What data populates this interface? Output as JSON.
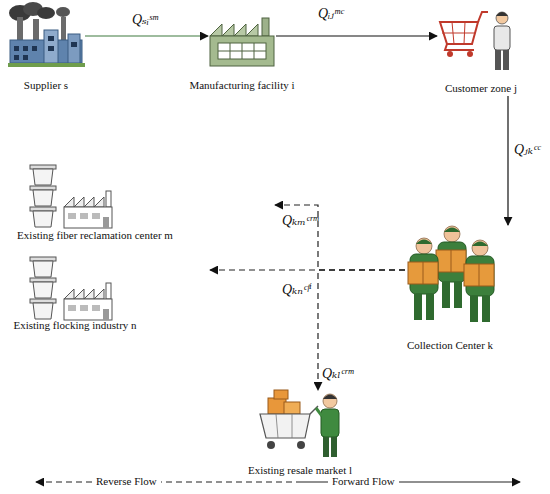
{
  "diagram": {
    "nodes": [
      {
        "text": [
          "Supplier s"
        ]
      },
      {
        "text": [
          "Manufacturing facility i"
        ]
      },
      {
        "text": [
          "Customer zone j"
        ]
      },
      {
        "text": [
          "Existing fiber reclamation center m"
        ]
      },
      {
        "text": [
          "Existing flocking industry n"
        ]
      },
      {
        "text": [
          "Collection Center k"
        ]
      },
      {
        "text": [
          "Existing resale market l"
        ]
      }
    ],
    "edges": [
      {
        "from": 0,
        "to": 1,
        "label": "Qₛᵢˢᵐ",
        "arrow": "to"
      },
      {
        "from": 1,
        "to": 2,
        "label": "Qᵢⱼᵐᶜ",
        "arrow": "to"
      },
      {
        "from": 2,
        "to": 5,
        "label": "Qⱼₖᶜᶜ",
        "arrow": "to"
      },
      {
        "from": 5,
        "to": 3,
        "label": "Qₖₘᶜʳᵐ",
        "arrow": "to"
      },
      {
        "from": 5,
        "to": 4,
        "label": "Qₖₙᶜᶠⁱ",
        "arrow": "to"
      },
      {
        "from": 5,
        "to": 6,
        "label": "Qₖₗᶜʳᵐ",
        "arrow": "to"
      }
    ],
    "legend": [
      {
        "text": "Reverse Flow"
      },
      {
        "text": "Forward Flow"
      }
    ]
  }
}
